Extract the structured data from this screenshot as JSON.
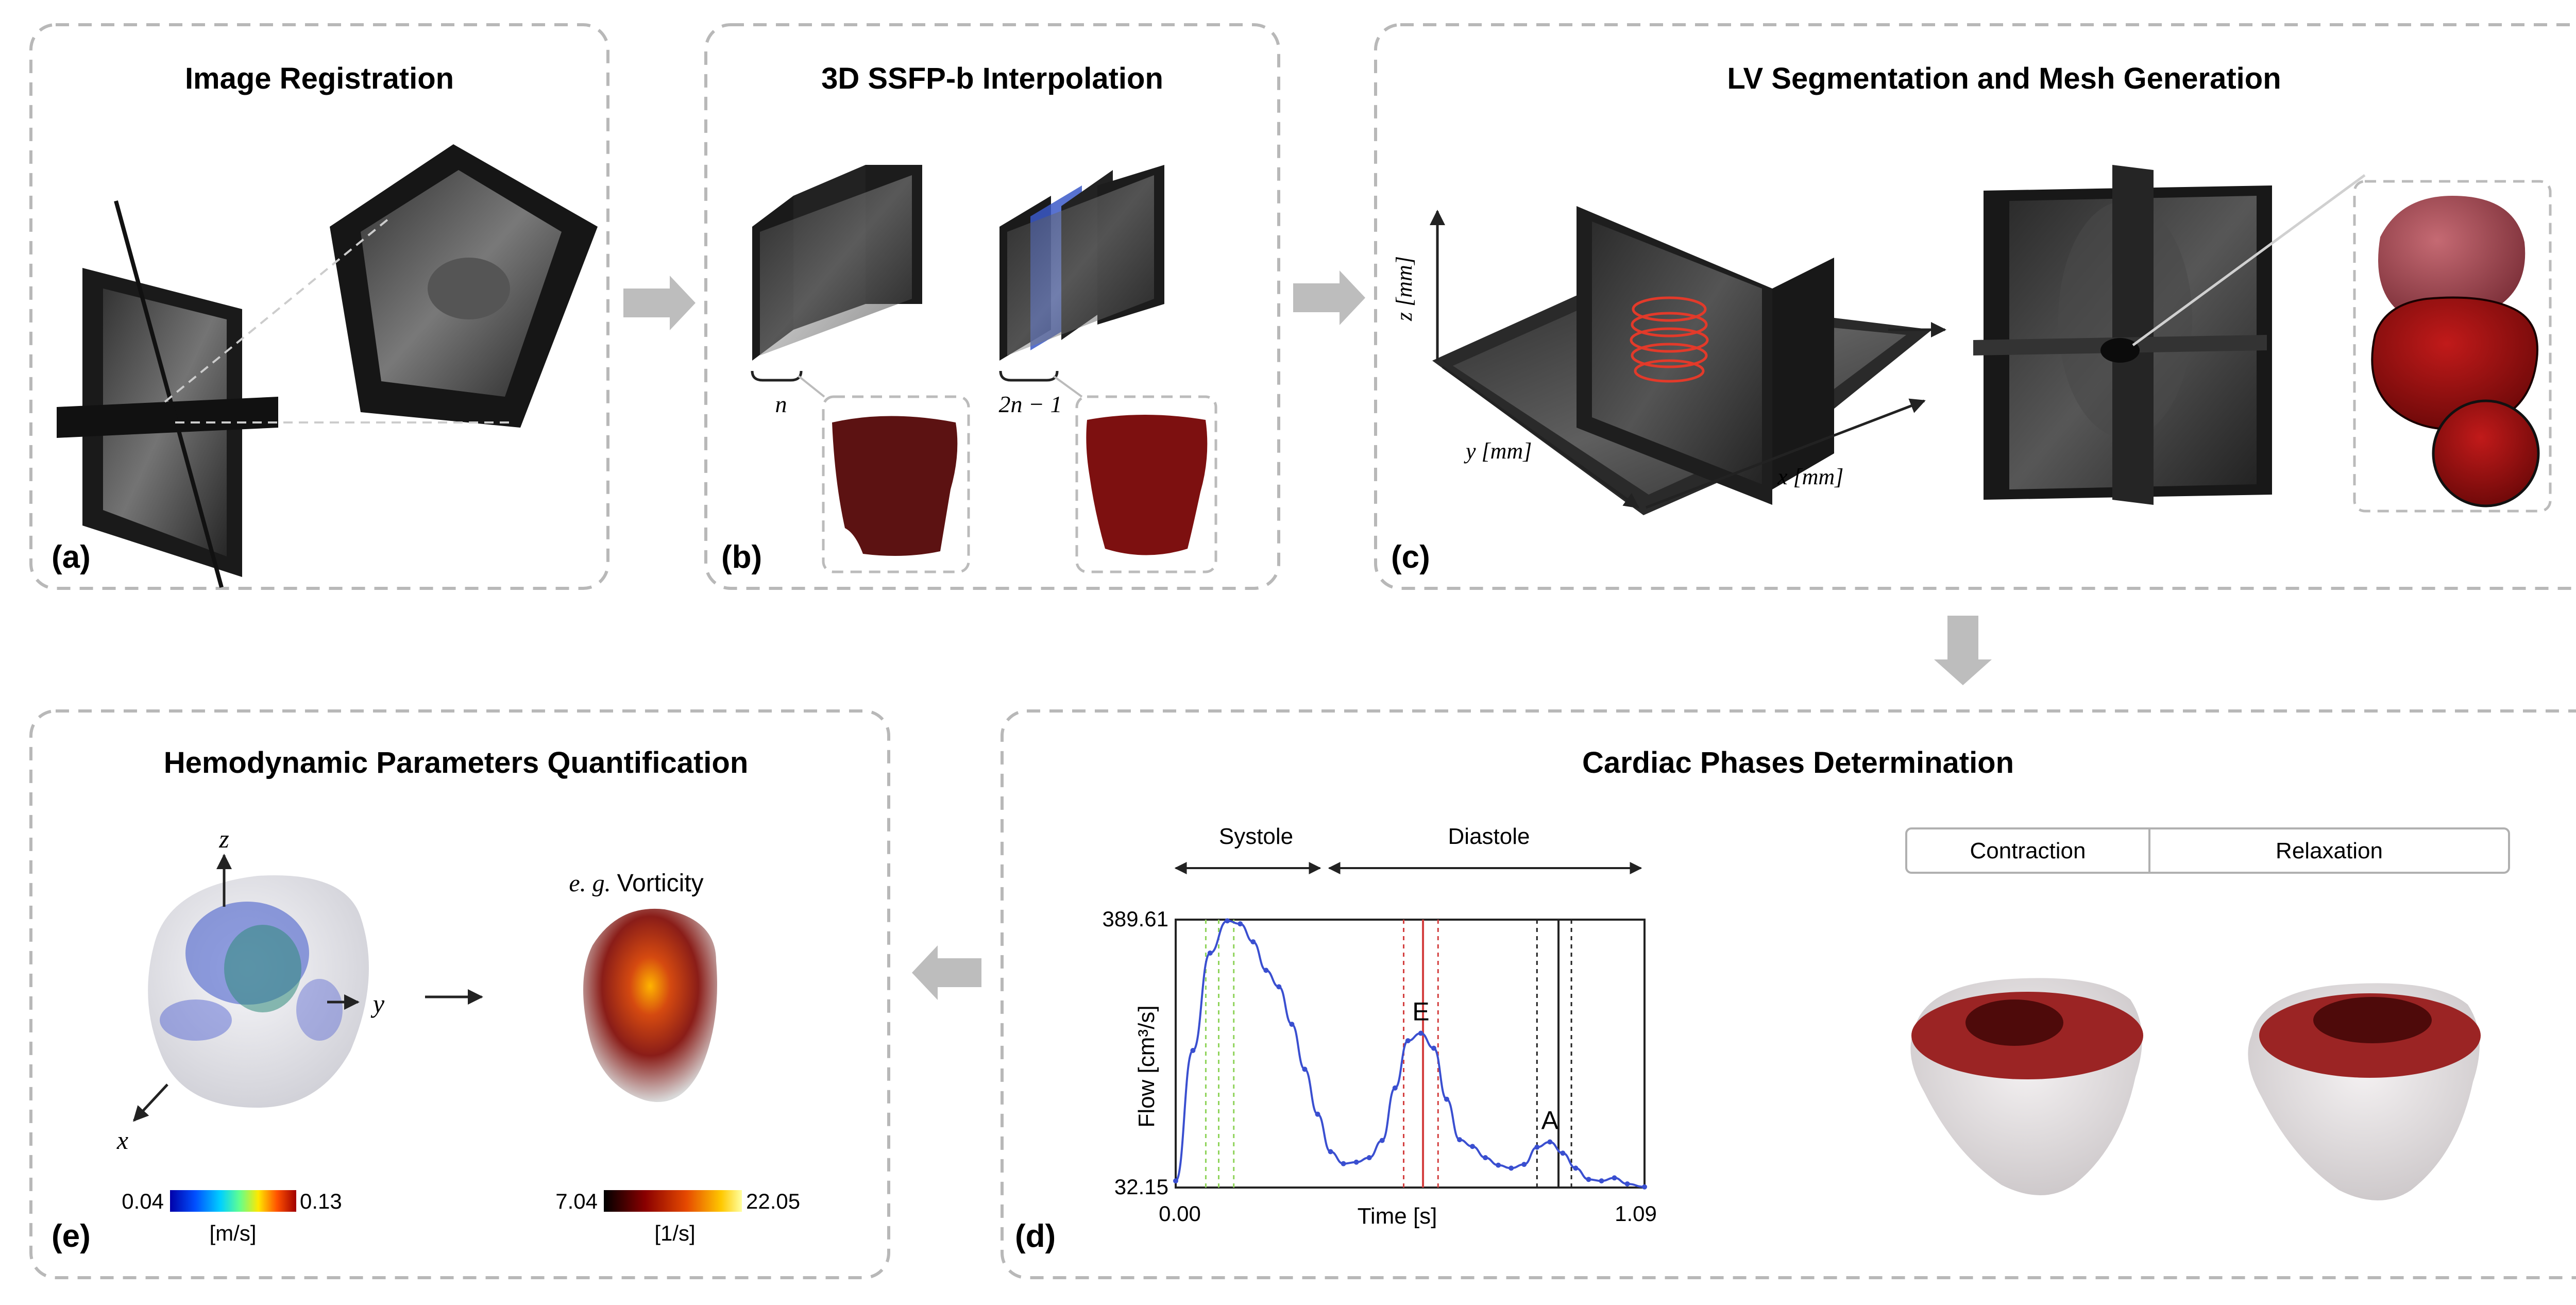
{
  "panels": {
    "a": {
      "title": "Image Registration",
      "tag": "(a)"
    },
    "b": {
      "title": "3D SSFP-b Interpolation",
      "tag": "(b)",
      "label_n": "n",
      "label_2n": "2n − 1"
    },
    "c": {
      "title": "LV Segmentation and Mesh Generation",
      "tag": "(c)",
      "axis_z": "z [mm]",
      "axis_y": "y [mm]",
      "axis_x": "x [mm]"
    },
    "d": {
      "title": "Cardiac Phases Determination",
      "tag": "(d)",
      "systole": "Systole",
      "diastole": "Diastole",
      "contraction": "Contraction",
      "relaxation": "Relaxation"
    },
    "e": {
      "title": "Hemodynamic Parameters Quantification",
      "tag": "(e)",
      "axis_z": "z",
      "axis_y": "y",
      "axis_x": "x",
      "eg_italic": "e. g.",
      "eg_word": "Vorticity",
      "cb1_min": "0.04",
      "cb1_max": "0.13",
      "cb1_unit": "[m/s]",
      "cb2_min": "7.04",
      "cb2_max": "22.05",
      "cb2_unit": "[1/s]"
    }
  },
  "chart_data": {
    "type": "line",
    "ylabel": "Flow [cm³/s]",
    "xlabel": "Time [s]",
    "xlim": [
      0.0,
      1.09
    ],
    "ylim": [
      32.15,
      389.61
    ],
    "x_ticks": [
      "0.00",
      "1.09"
    ],
    "y_ticks": [
      "389.61",
      "32.15"
    ],
    "series": [
      {
        "color": "#3a4fd0",
        "x": [
          0.0,
          0.04,
          0.08,
          0.12,
          0.15,
          0.18,
          0.21,
          0.24,
          0.27,
          0.3,
          0.33,
          0.36,
          0.39,
          0.42,
          0.45,
          0.48,
          0.51,
          0.54,
          0.57,
          0.6,
          0.63,
          0.66,
          0.69,
          0.72,
          0.75,
          0.78,
          0.81,
          0.84,
          0.87,
          0.9,
          0.93,
          0.96,
          0.99,
          1.02,
          1.05,
          1.09
        ],
        "y": [
          41,
          215,
          345,
          388,
          384,
          360,
          322,
          300,
          250,
          190,
          130,
          80,
          64,
          66,
          72,
          95,
          165,
          228,
          238,
          218,
          150,
          96,
          87,
          72,
          62,
          58,
          63,
          86,
          93,
          78,
          58,
          43,
          41,
          45,
          37,
          33
        ]
      }
    ],
    "annotations": [
      {
        "label": "E",
        "x": 0.57
      },
      {
        "label": "A",
        "x": 0.87
      }
    ],
    "phase_lines": [
      {
        "x": 0.07,
        "color": "#8fd45a",
        "style": "dotted"
      },
      {
        "x": 0.1,
        "color": "#8fd45a",
        "style": "dotted"
      },
      {
        "x": 0.135,
        "color": "#8fd45a",
        "style": "dotted"
      },
      {
        "x": 0.53,
        "color": "#d44040",
        "style": "dotted"
      },
      {
        "x": 0.575,
        "color": "#d44040",
        "style": "solid"
      },
      {
        "x": 0.61,
        "color": "#d44040",
        "style": "dotted"
      },
      {
        "x": 0.84,
        "color": "#222222",
        "style": "dotted"
      },
      {
        "x": 0.89,
        "color": "#222222",
        "style": "solid"
      },
      {
        "x": 0.92,
        "color": "#222222",
        "style": "dotted"
      }
    ],
    "grid": false
  }
}
